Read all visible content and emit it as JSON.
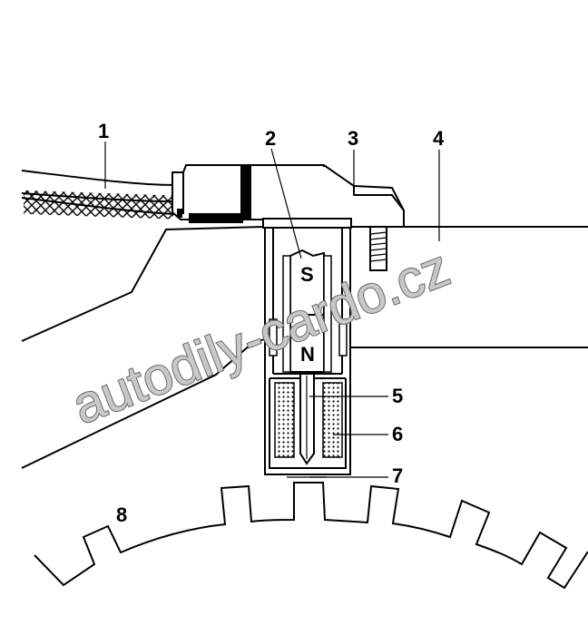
{
  "callouts": {
    "c1": "1",
    "c2": "2",
    "c3": "3",
    "c4": "4",
    "c5": "5",
    "c6": "6",
    "c7": "7",
    "c8": "8"
  },
  "poles": {
    "south": "S",
    "north": "N"
  },
  "watermark": "autodily-cardo.cz"
}
